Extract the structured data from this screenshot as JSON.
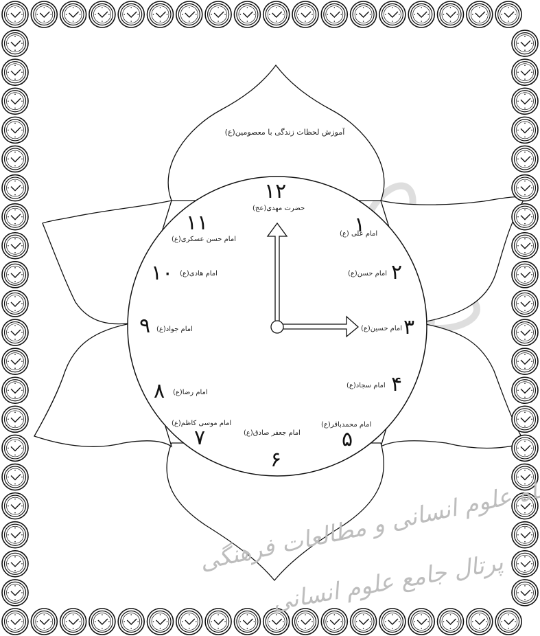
{
  "title": "آموزش لحظات زندگی با معصومین(ع)",
  "hours": [
    {
      "id": "12",
      "numeral": "۱۲",
      "name": "حضرت مهدی(عج)"
    },
    {
      "id": "1",
      "numeral": "۱",
      "name": "امام علی (ع)"
    },
    {
      "id": "2",
      "numeral": "۲",
      "name": "امام حسن(ع)"
    },
    {
      "id": "3",
      "numeral": "۳",
      "name": "امام حسین(ع)"
    },
    {
      "id": "4",
      "numeral": "۴",
      "name": "امام سجاد(ع)"
    },
    {
      "id": "5",
      "numeral": "۵",
      "name": "امام محمدباقر(ع)"
    },
    {
      "id": "6",
      "numeral": "۶",
      "name": "امام جعفر صادق(ع)"
    },
    {
      "id": "7",
      "numeral": "۷",
      "name": "امام موسی کاظم(ع)"
    },
    {
      "id": "8",
      "numeral": "۸",
      "name": "امام رضا(ع)"
    },
    {
      "id": "9",
      "numeral": "۹",
      "name": "امام جواد(ع)"
    },
    {
      "id": "10",
      "numeral": "۱۰",
      "name": "امام هادی(ع)"
    },
    {
      "id": "11",
      "numeral": "۱۱",
      "name": "امام حسن عسکری(ع)"
    }
  ],
  "watermark": {
    "line1": "پژوهشگاه علوم انسانی و مطالعات فرهنگی",
    "line2": "پرتال جامع علوم انسانی"
  },
  "border_icon": "clock-icon",
  "colors": {
    "ink": "#111111",
    "watermark": "#c8c8c8",
    "paper": "#ffffff"
  }
}
